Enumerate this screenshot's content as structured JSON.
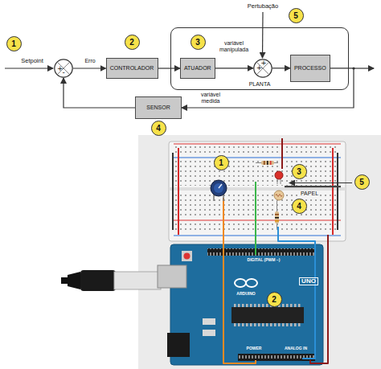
{
  "diagram": {
    "nodes": [
      {
        "text": [
          "+",
          "-"
        ]
      },
      {
        "text": [
          "CONTROLADOR"
        ]
      },
      {
        "text": [
          "PLANTA"
        ]
      },
      {
        "text": [
          "ATUADOR"
        ],
        "in": 2
      },
      {
        "text": [
          "+",
          "+"
        ],
        "in": 2
      },
      {
        "text": [
          "PROCESSO"
        ],
        "in": 2
      },
      {
        "text": [
          "SENSOR"
        ]
      }
    ],
    "edges": [
      {
        "from": 0,
        "to": 1,
        "arrow": "to",
        "label": "Erro"
      },
      {
        "from": 1,
        "to": 3,
        "arrow": "to"
      },
      {
        "from": 3,
        "to": 4,
        "arrow": "to",
        "label": "variável manipulada"
      },
      {
        "from": 4,
        "to": 5,
        "arrow": "to"
      },
      {
        "from": 5,
        "to": 6,
        "arrow": "to",
        "label": "variável medida"
      },
      {
        "from": 6,
        "to": 0,
        "arrow": "to"
      }
    ],
    "labels": [
      "1",
      "Setpoint",
      "2",
      "3",
      "Pertubação",
      "5",
      "4",
      "1",
      "3",
      "5",
      "PAPEL",
      "4",
      "DIGITAL (PWM ~)",
      "UNO",
      "ARDUINO",
      "2",
      "POWER",
      "ANALOG IN"
    ]
  }
}
